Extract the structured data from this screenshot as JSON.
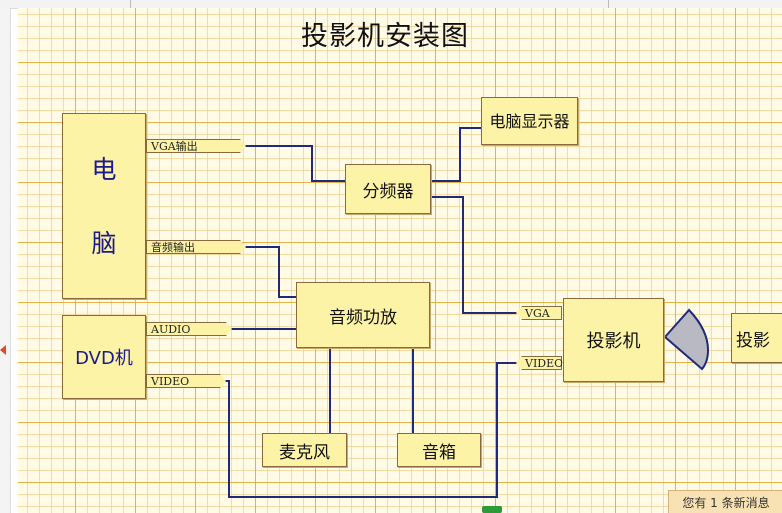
{
  "diagram": {
    "title": "投影机安装图",
    "nodes": {
      "computer": "电\n\n脑",
      "dvd": "DVD机",
      "splitter": "分频器",
      "monitor": "电脑显示器",
      "amplifier": "音频功放",
      "microphone": "麦克风",
      "speaker": "音箱",
      "projector": "投影机",
      "screen": "投影"
    },
    "ports": {
      "vga_out": "VGA输出",
      "audio_out": "音频输出",
      "dvd_audio": "AUDIO",
      "dvd_video": "VIDEO",
      "proj_vga": "VGA",
      "proj_video": "VIDEO"
    },
    "edges": [
      {
        "from": "computer.vga_out",
        "to": "splitter"
      },
      {
        "from": "splitter",
        "to": "monitor"
      },
      {
        "from": "splitter",
        "to": "projector.vga"
      },
      {
        "from": "computer.audio_out",
        "to": "amplifier"
      },
      {
        "from": "dvd.audio",
        "to": "amplifier"
      },
      {
        "from": "amplifier",
        "to": "microphone"
      },
      {
        "from": "amplifier",
        "to": "speaker"
      },
      {
        "from": "dvd.video",
        "to": "projector.video"
      }
    ]
  },
  "notification": {
    "text": "您有 1 条新消息"
  },
  "colors": {
    "wire": "#1f2a7a",
    "node_fill": "#fdf3a6",
    "node_border": "#8a6a3a",
    "lens_fill": "#b9b9c4"
  }
}
